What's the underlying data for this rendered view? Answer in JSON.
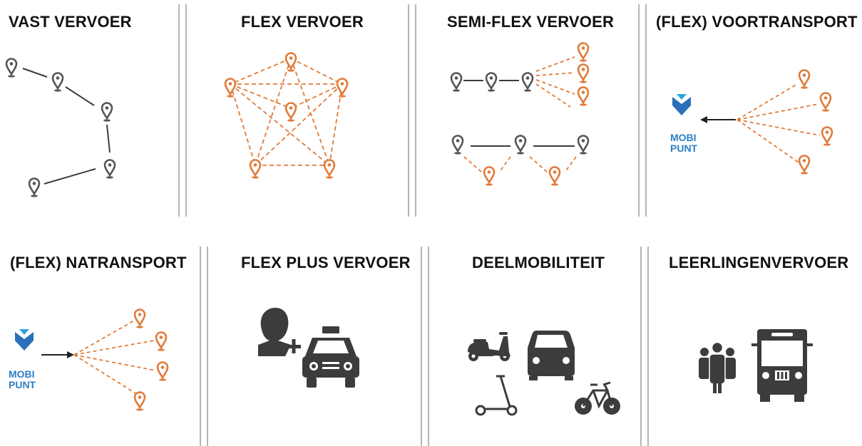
{
  "panels": {
    "vast": {
      "title": "VAST VERVOER"
    },
    "flex": {
      "title": "FLEX VERVOER"
    },
    "semi_flex": {
      "title": "SEMI-FLEX VERVOER"
    },
    "voortransport": {
      "title": "(FLEX) VOORTRANSPORT",
      "mobipunt_line1": "MOBI",
      "mobipunt_line2": "PUNT"
    },
    "natransport": {
      "title": "(FLEX) NATRANSPORT",
      "mobipunt_line1": "MOBI",
      "mobipunt_line2": "PUNT"
    },
    "flex_plus": {
      "title": "FLEX PLUS VERVOER"
    },
    "deelmobiliteit": {
      "title": "DEELMOBILITEIT"
    },
    "leerlingenvervoer": {
      "title": "LEERLINGENVERVOER"
    }
  },
  "colors": {
    "orange": "#e07b39",
    "gray": "#555555",
    "dark": "#3c3c3c",
    "blue": "#2b7fc4",
    "cyan": "#28a6dc",
    "divider": "#b5b5b5"
  },
  "icons": [
    "location-pin-icon",
    "mobipunt-logo-icon",
    "person-plus-icon",
    "taxi-icon",
    "scooter-icon",
    "car-icon",
    "kick-scooter-icon",
    "bicycle-icon",
    "group-icon",
    "bus-icon"
  ]
}
